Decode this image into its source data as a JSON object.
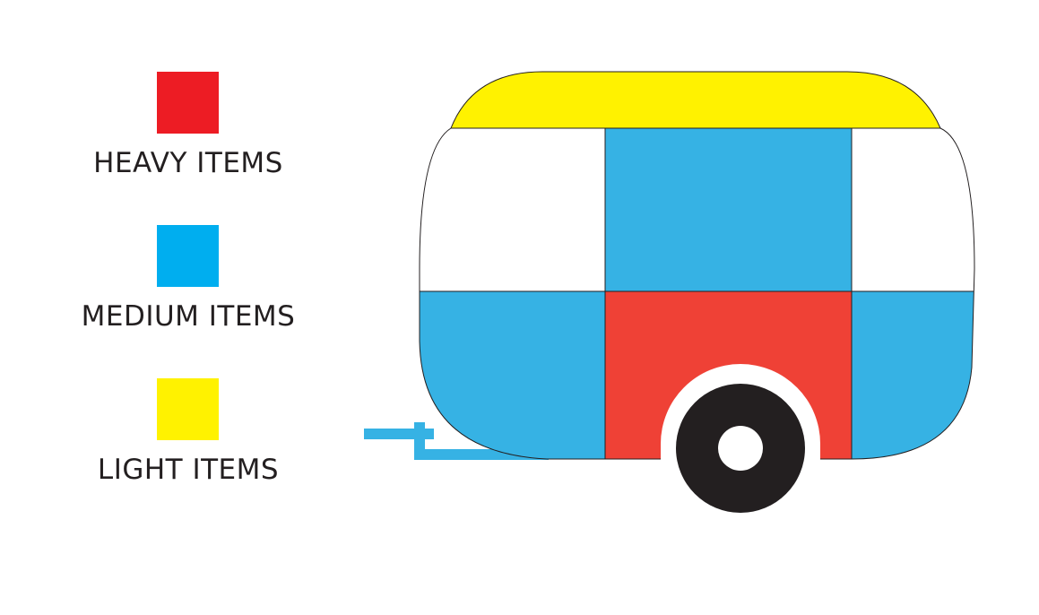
{
  "legend": {
    "items": [
      {
        "label": "HEAVY ITEMS",
        "color": "#ed1c24",
        "icon": "red-square"
      },
      {
        "label": "MEDIUM ITEMS",
        "color": "#00aeef",
        "icon": "blue-square"
      },
      {
        "label": "LIGHT ITEMS",
        "color": "#fff200",
        "icon": "yellow-square"
      }
    ]
  },
  "trailer": {
    "roof_color": "#fff200",
    "heavy_zone_color": "#ef4136",
    "medium_zone_color": "#36b2e4",
    "light_zone_color": "#ffffff",
    "hitch_color": "#36b2e4",
    "tire_color": "#231f20",
    "hub_color": "#ffffff"
  }
}
